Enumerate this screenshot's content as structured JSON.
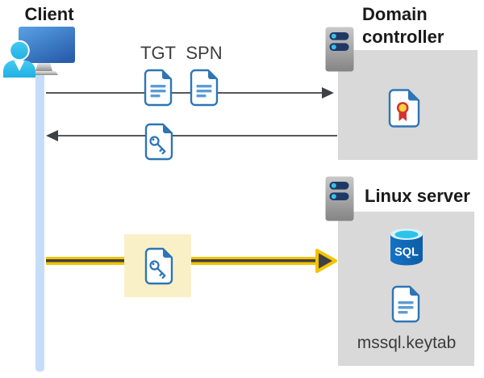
{
  "nodes": {
    "client": {
      "label": "Client"
    },
    "domain_controller": {
      "label": "Domain controller"
    },
    "linux_server": {
      "label": "Linux server"
    }
  },
  "tickets": {
    "tgt_label": "TGT",
    "spn_label": "SPN"
  },
  "files": {
    "keytab_label": "mssql.keytab",
    "sql_badge": "SQL"
  },
  "icons": {
    "client": "user-at-monitor-icon",
    "domain_controller": "server-icon",
    "linux_server": "server-icon",
    "tgt": "document-icon",
    "spn": "document-icon",
    "service_ticket": "key-file-icon",
    "keytab_key": "key-file-icon",
    "certificate": "certificate-file-icon",
    "sql_database": "sql-database-icon",
    "keytab_file": "document-icon"
  },
  "colors": {
    "doc_blue": "#2E75B6",
    "doc_line_blue": "#5B9BD5",
    "panel_gray": "#D9D9D9",
    "arrow_gray": "#56585B",
    "arrow_head_dark": "#3D4045",
    "yellow": "#F3C300",
    "yellow_core": "#3D4045",
    "highlight_yellow": "#FAF0C8",
    "lifeline_blue": "#C5DDF8",
    "cyan": "#35C1EA",
    "navy": "#1F3864",
    "sql_blue": "#0D5DA7",
    "cert_red": "#D23434",
    "cert_gold": "#FFD23B",
    "heading_text": "#1A1A1A",
    "secondary_text": "#3D3D3D"
  }
}
